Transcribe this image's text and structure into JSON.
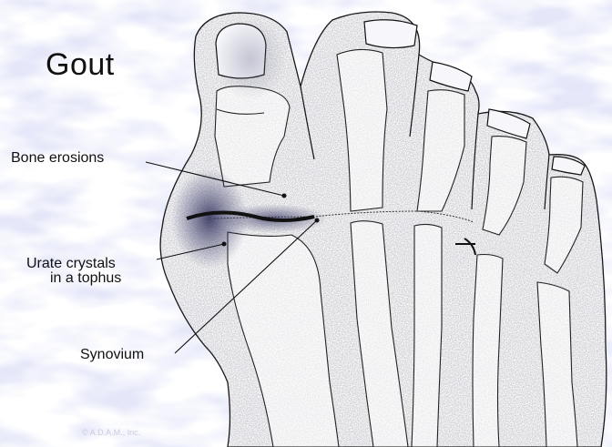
{
  "title": "Gout",
  "labels": {
    "bone_erosions": "Bone erosions",
    "urate_line1": "Urate crystals",
    "urate_line2": "in a tophus",
    "synovium": "Synovium"
  },
  "credit": "© A.D.A.M., Inc.",
  "colors": {
    "background_tint": "#c9cdf0",
    "background_base": "#ffffff",
    "ink": "#111111",
    "inflammation": "#2a2a55"
  }
}
